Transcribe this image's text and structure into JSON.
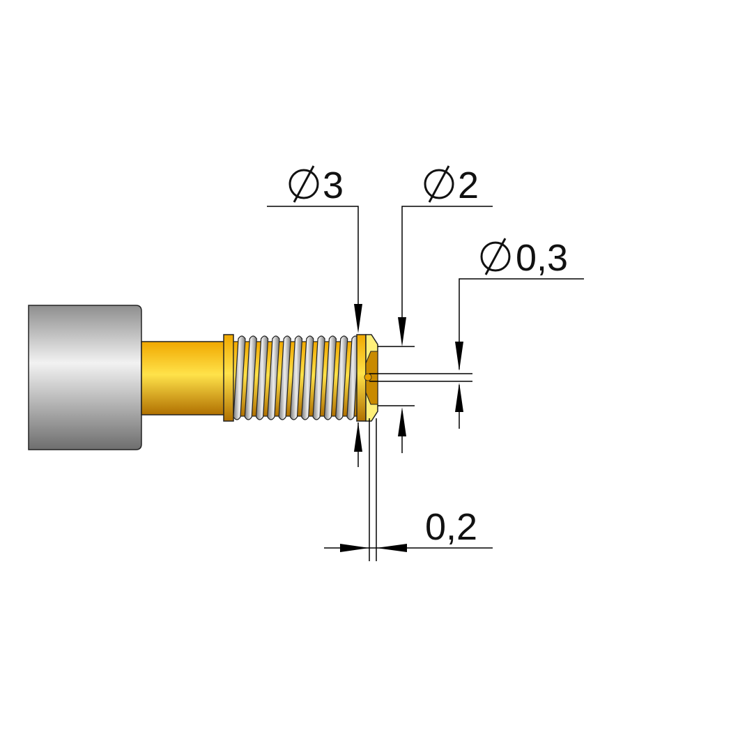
{
  "dimensions": {
    "outer_diameter": {
      "symbol": "Ø",
      "value": "3"
    },
    "tip_diameter": {
      "symbol": "Ø",
      "value": "2"
    },
    "hole_diameter": {
      "symbol": "Ø",
      "value": "0,3"
    },
    "tip_offset": {
      "value": "0,2"
    }
  },
  "colors": {
    "gold": "#f5b820",
    "gold_light": "#fff07a",
    "steel": "#c8c8c8",
    "spring": "#a8a8a8"
  }
}
